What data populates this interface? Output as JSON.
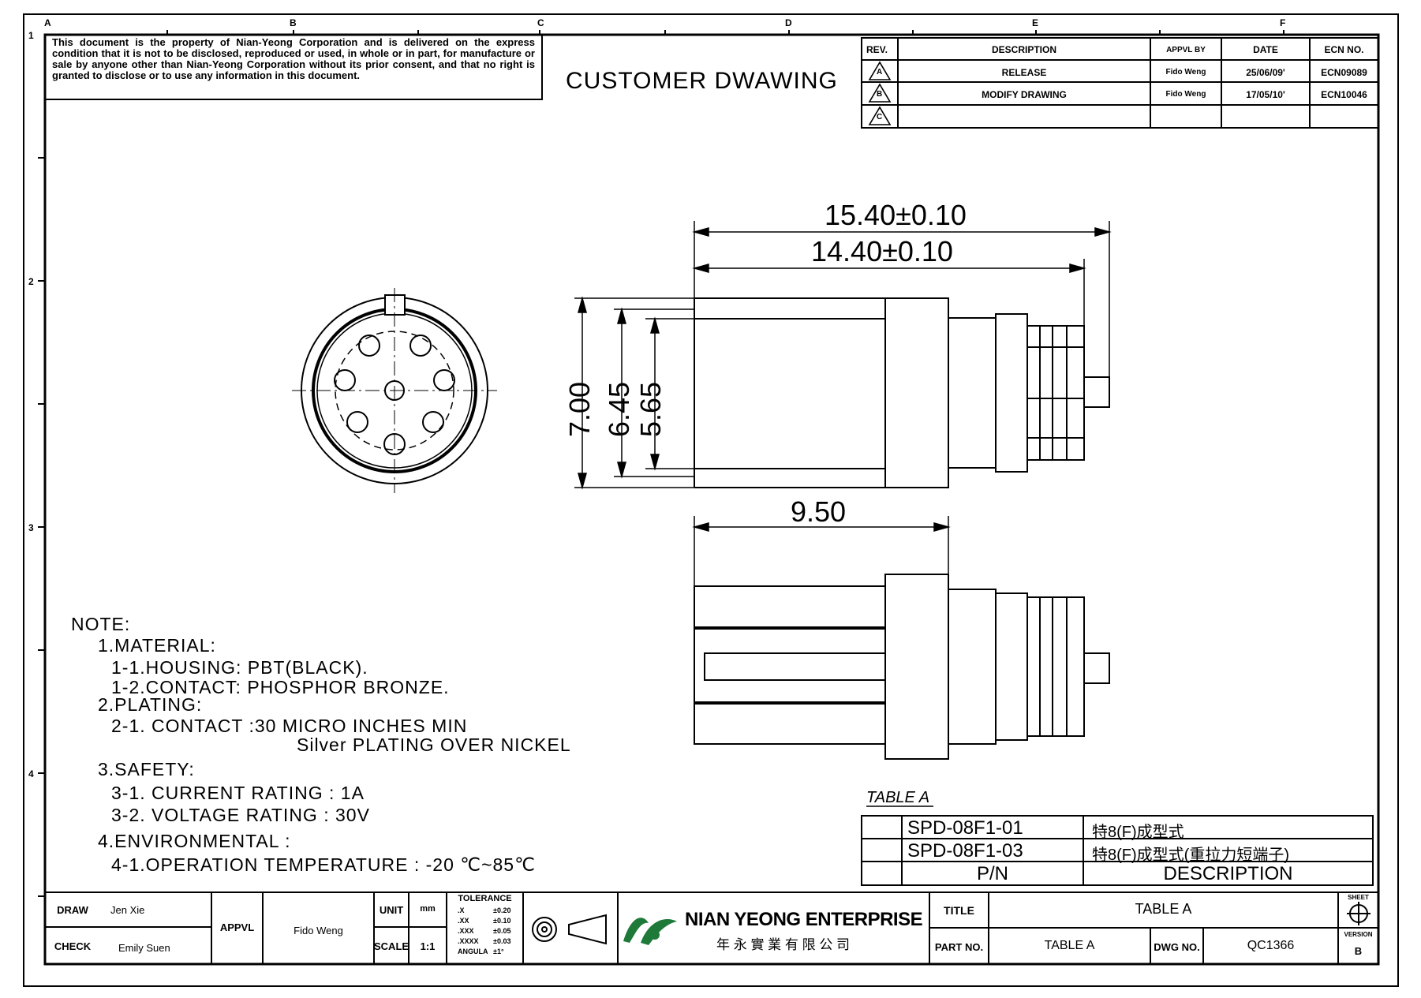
{
  "disclaimer": "This document is the property of Nian-Yeong Corporation and is delivered on the express condition that it is not to be disclosed, reproduced or used, in whole or in part, for manufacture or sale by anyone other than Nian-Yeong Corporation without its prior consent, and that no right is granted to disclose or to use any information in this document.",
  "drawing_title": "CUSTOMER DWAWING",
  "zone_columns": [
    "A",
    "B",
    "C",
    "D",
    "E",
    "F"
  ],
  "zone_rows": [
    "1",
    "2",
    "3",
    "4"
  ],
  "revision_table": {
    "headers": {
      "rev": "REV.",
      "description": "DESCRIPTION",
      "approved_by": "APPVL BY",
      "date": "DATE",
      "ecn": "ECN NO."
    },
    "rows": [
      {
        "rev": "A",
        "description": "RELEASE",
        "approved_by": "Fido Weng",
        "date": "25/06/09'",
        "ecn": "ECN09089"
      },
      {
        "rev": "B",
        "description": "MODIFY DRAWING",
        "approved_by": "Fido Weng",
        "date": "17/05/10'",
        "ecn": "ECN10046"
      },
      {
        "rev": "C",
        "description": "",
        "approved_by": "",
        "date": "",
        "ecn": ""
      }
    ]
  },
  "dimensions": {
    "overall_length": "15.40±0.10",
    "body_length": "14.40±0.10",
    "height_outer": "7.00",
    "height_mid": "6.45",
    "height_inner": "5.65",
    "housing_length": "9.50"
  },
  "notes": {
    "heading": "NOTE:",
    "lines": [
      "1.MATERIAL:",
      "1-1.HOUSING:  PBT(BLACK).",
      "1-2.CONTACT:  PHOSPHOR  BRONZE.",
      "2.PLATING:",
      "2-1.  CONTACT  :30  MICRO  INCHES  MIN",
      "Silver  PLATING  OVER  NICKEL",
      "3.SAFETY:",
      "3-1.  CURRENT  RATING : 1A",
      "3-2.  VOLTAGE  RATING : 30V",
      "4.ENVIRONMENTAL  :",
      "4-1.OPERATION  TEMPERATURE  :  -20  ℃~85℃"
    ]
  },
  "table_a": {
    "title": "TABLE A",
    "rows": [
      {
        "pn": "SPD-08F1-01",
        "description": "特8(F)成型式"
      },
      {
        "pn": "SPD-08F1-03",
        "description": "特8(F)成型式(重拉力短端子)"
      }
    ],
    "footer": {
      "pn": "P/N",
      "description": "DESCRIPTION"
    }
  },
  "title_block": {
    "draw_label": "DRAW",
    "draw_value": "Jen Xie",
    "check_label": "CHECK",
    "check_value": "Emily Suen",
    "appvl_label": "APPVL",
    "appvl_value": "Fido Weng",
    "unit_label": "UNIT",
    "unit_value": "mm",
    "scale_label": "SCALE",
    "scale_value": "1:1",
    "tolerance_label": "TOLERANCE",
    "tolerances": [
      {
        "k": ".X",
        "v": "±0.20"
      },
      {
        "k": ".XX",
        "v": "±0.10"
      },
      {
        "k": ".XXX",
        "v": "±0.05"
      },
      {
        "k": ".XXXX",
        "v": "±0.03"
      },
      {
        "k": "ANGULA",
        "v": "±1°"
      }
    ],
    "company_name": "NIAN YEONG ENTERPRISE",
    "company_name_cn": "年 永 實 業 有 限 公 司",
    "title_label": "TITLE",
    "title_value": "TABLE  A",
    "partno_label": "PART NO.",
    "partno_value": "TABLE  A",
    "dwgno_label": "DWG NO.",
    "dwgno_value": "QC1366",
    "sheet_label": "SHEET",
    "version_label": "VERSION",
    "version_value": "B"
  }
}
